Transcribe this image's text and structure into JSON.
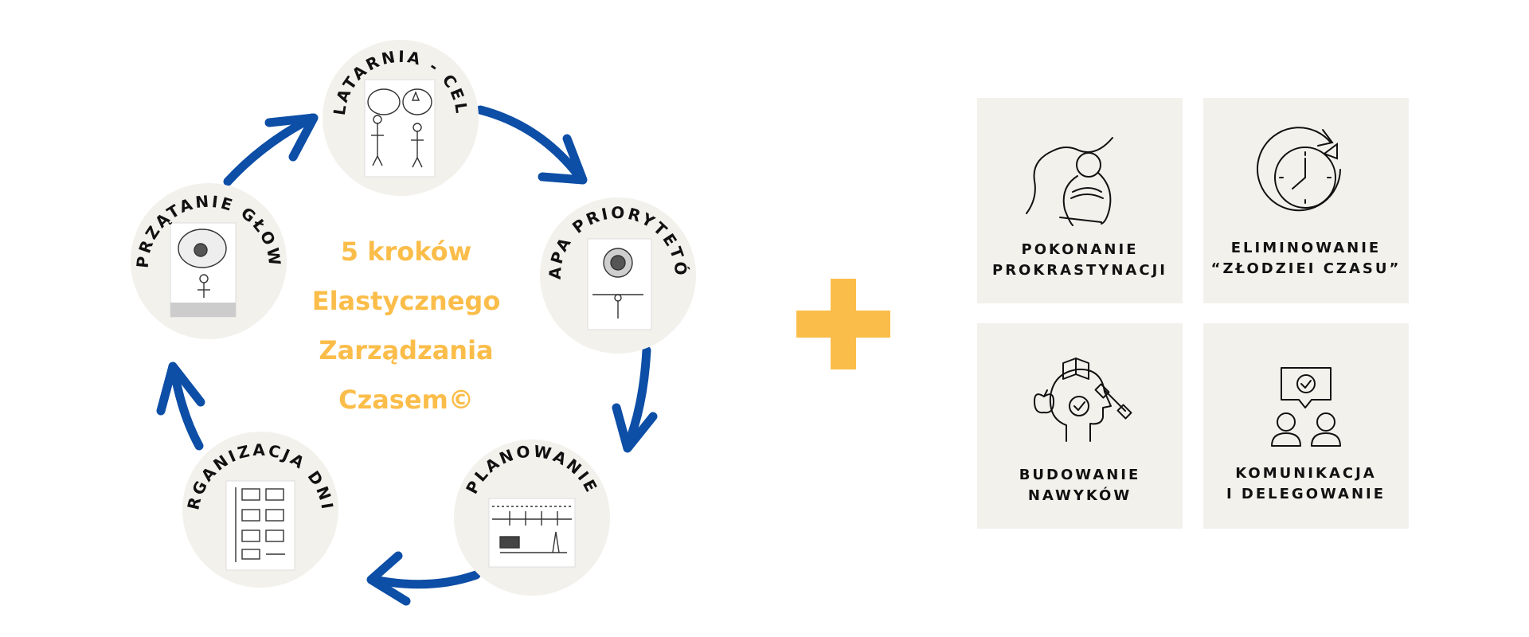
{
  "colors": {
    "accent_blue": "#0d4ea6",
    "accent_yellow": "#fbbd4a",
    "circle_bg": "#f3f1ec",
    "tile_bg": "#f3f1ec",
    "ink": "#111111"
  },
  "diagram": {
    "center_title": [
      "5 kroków",
      "Elastycznego",
      "Zarządzania",
      "Czasem©"
    ],
    "steps": [
      {
        "label": "LATARNIA - CEL"
      },
      {
        "label": "MAPA PRIORYTETÓW"
      },
      {
        "label": "PLANOWANIE"
      },
      {
        "label": "ORGANIZACJA DNIA"
      },
      {
        "label": "SPRZĄTANIE GŁOWY"
      }
    ],
    "plus_icon": "plus-icon"
  },
  "tiles": [
    {
      "icon": "hugging-knees-person-icon",
      "lines": [
        "POKONANIE",
        "PROKRASTYNACJI"
      ]
    },
    {
      "icon": "clock-arrow-icon",
      "lines": [
        "ELIMINOWANIE",
        "“ZŁODZIEI CZASU”"
      ]
    },
    {
      "icon": "habit-head-icon",
      "lines": [
        "BUDOWANIE",
        "NAWYKÓW"
      ]
    },
    {
      "icon": "communication-icon",
      "lines": [
        "KOMUNIKACJA",
        "I DELEGOWANIE"
      ]
    }
  ]
}
